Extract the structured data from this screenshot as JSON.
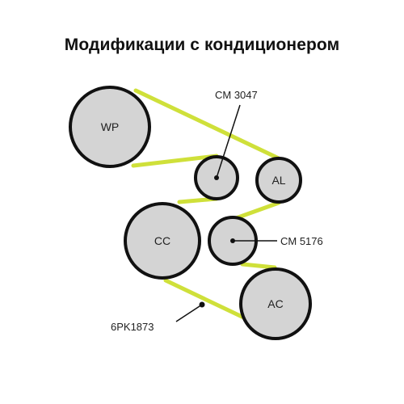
{
  "title": "Модификации с кондиционером",
  "pulleys": {
    "wp": {
      "label": "WP"
    },
    "al": {
      "label": "AL"
    },
    "cc": {
      "label": "CC"
    },
    "ac": {
      "label": "AC"
    }
  },
  "callouts": {
    "idler_top": "CM 3047",
    "idler_mid": "CM 5176",
    "belt": "6PK1873"
  },
  "colors": {
    "belt": "#cfe03a",
    "pulley_fill": "#d4d4d4",
    "outline": "#111111"
  }
}
